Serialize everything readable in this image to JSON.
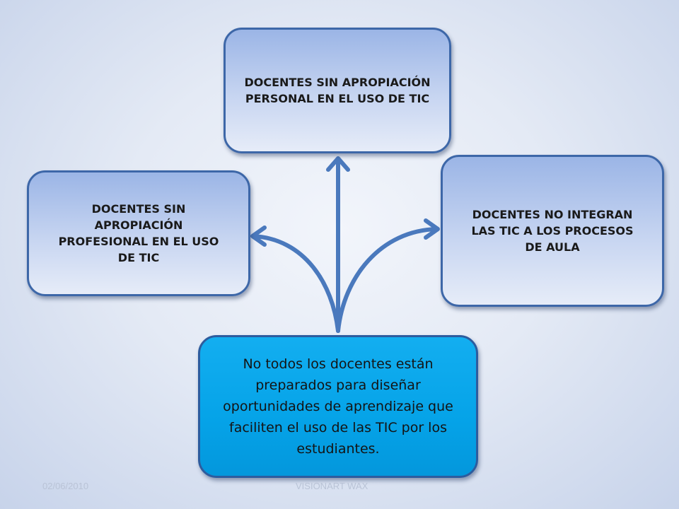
{
  "diagram": {
    "nodes": {
      "top": {
        "text": "DOCENTES SIN APROPIACIÓN PERSONAL EN EL USO DE TIC"
      },
      "left": {
        "text": "DOCENTES SIN APROPIACIÓN PROFESIONAL EN EL USO DE TIC"
      },
      "right": {
        "text": "DOCENTES NO INTEGRAN LAS TIC A LOS PROCESOS DE AULA"
      },
      "main": {
        "text": "No todos los docentes están preparados para diseñar oportunidades de aprendizaje que faciliten el uso de las TIC por los estudiantes."
      }
    },
    "edges": [
      {
        "from": "main",
        "to": "top"
      },
      {
        "from": "main",
        "to": "left"
      },
      {
        "from": "main",
        "to": "right"
      }
    ]
  },
  "footer": {
    "date": "02/06/2010",
    "brand": "VISIONART WAX"
  },
  "colors": {
    "light_box_border": "#3d67a8",
    "main_box_fill": "#05a3e8",
    "arrow": "#4a79bd",
    "footer_text": "#b9c3d6"
  }
}
